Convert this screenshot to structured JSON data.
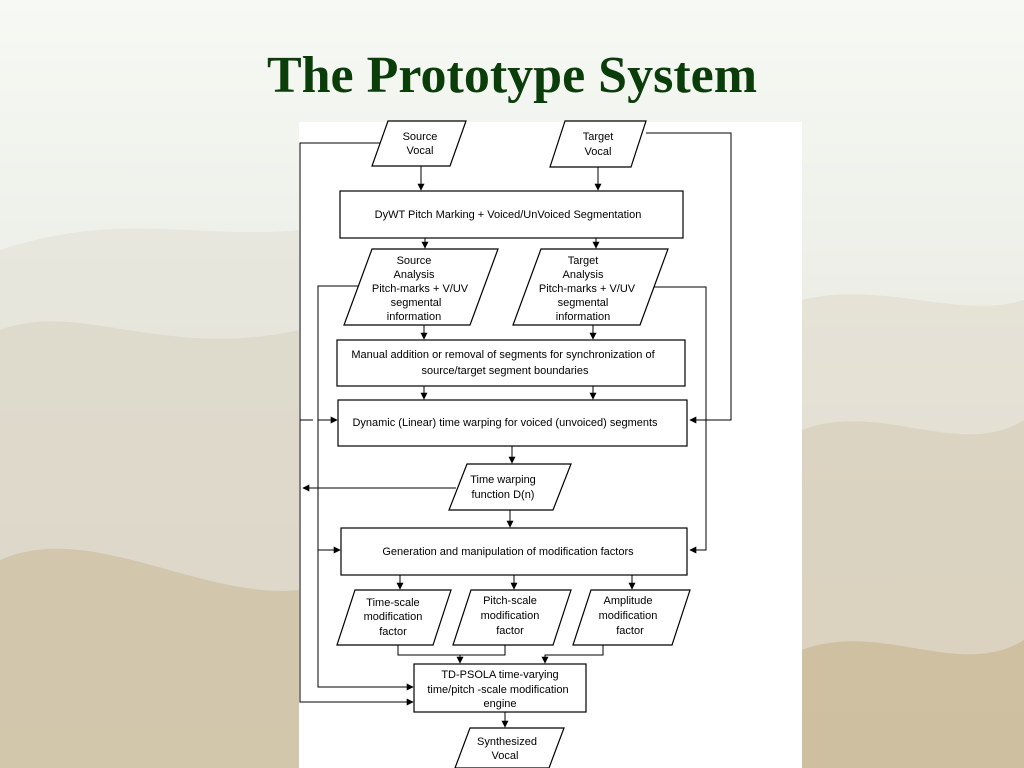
{
  "slide": {
    "title": "The Prototype System"
  },
  "diagram": {
    "nodes": {
      "source_vocal": [
        "Source",
        "Vocal"
      ],
      "target_vocal": [
        "Target",
        "Vocal"
      ],
      "dywt": [
        "DyWT Pitch Marking + Voiced/UnVoiced Segmentation"
      ],
      "source_analysis": [
        "Source",
        "Analysis",
        "Pitch-marks + V/UV",
        "segmental",
        "information"
      ],
      "target_analysis": [
        "Target",
        "Analysis",
        "Pitch-marks + V/UV",
        "segmental",
        "information"
      ],
      "manual": [
        "Manual addition or removal of segments for synchronization of",
        "source/target  segment boundaries"
      ],
      "dtw": [
        "Dynamic (Linear) time warping for voiced (unvoiced) segments"
      ],
      "warp_fn": [
        "Time warping",
        "function D(n)"
      ],
      "generation": [
        "Generation and manipulation of modification factors"
      ],
      "time_scale": [
        "Time-scale",
        "modification",
        "factor"
      ],
      "pitch_scale": [
        "Pitch-scale",
        "modification",
        "factor"
      ],
      "amplitude": [
        "Amplitude",
        "modification",
        "factor"
      ],
      "tdpsola": [
        "TD-PSOLA time-varying",
        "time/pitch -scale modification",
        "engine"
      ],
      "synth": [
        "Synthesized",
        "Vocal"
      ]
    }
  }
}
